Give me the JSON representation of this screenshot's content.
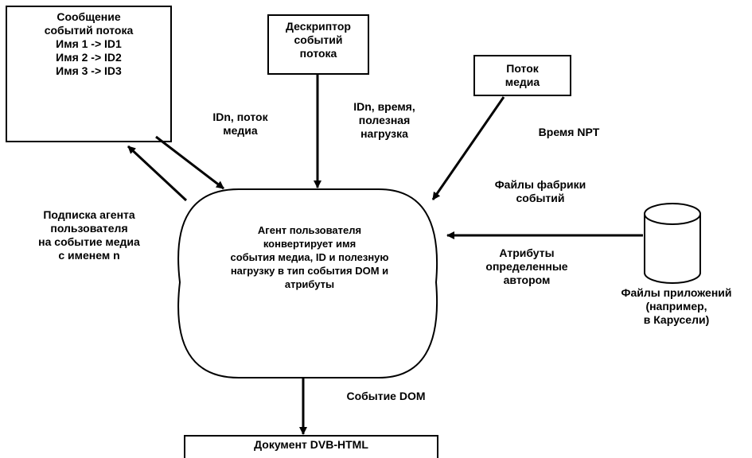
{
  "nodes": {
    "stream_events_message": {
      "lines": [
        "Сообщение",
        "событий потока",
        "Имя 1 -> ID1",
        "Имя 2 -> ID2",
        "Имя 3 -> ID3"
      ]
    },
    "stream_events_descriptor": {
      "lines": [
        "Дескриптор",
        "событий",
        "потока"
      ]
    },
    "media_stream": {
      "lines": [
        "Поток",
        "медиа"
      ]
    },
    "user_agent": {
      "lines": [
        "Агент пользователя",
        "конвертирует имя",
        "события медиа, ID и полезную",
        "нагрузку в тип события DOM и",
        "атрибуты"
      ]
    },
    "application_files": {
      "lines": [
        "Файлы приложений",
        "(например,",
        "в Карусели)"
      ]
    },
    "dvb_html_document": {
      "lines": [
        "Документ DVB-HTML"
      ]
    }
  },
  "edge_labels": {
    "idn_media_stream": [
      "IDn, поток",
      "медиа"
    ],
    "idn_time_payload": [
      "IDn, время,",
      "полезная",
      "нагрузка"
    ],
    "npt_time": [
      "Время NPT"
    ],
    "event_factory_files": [
      "Файлы фабрики",
      "событий"
    ],
    "subscription": [
      "Подписка агента",
      "пользователя",
      "на событие медиа",
      "с именем n"
    ],
    "author_attributes": [
      "Атрибуты",
      "определенные",
      "автором"
    ],
    "dom_event": [
      "Событие DOM"
    ]
  }
}
